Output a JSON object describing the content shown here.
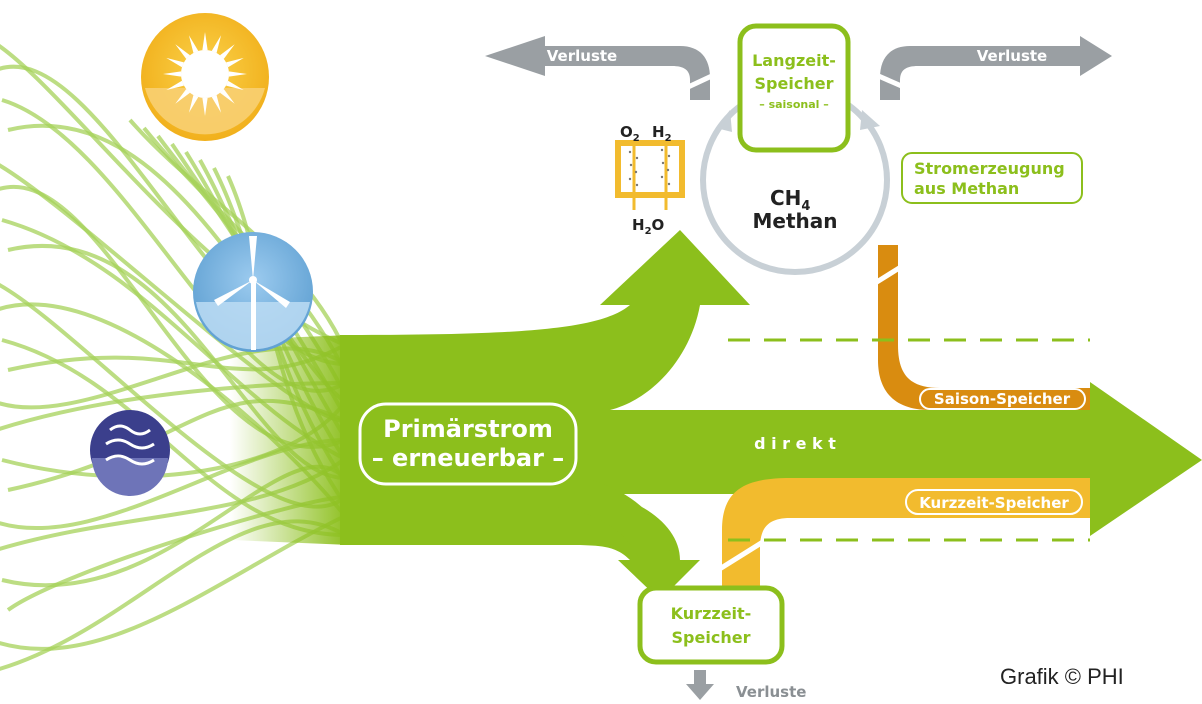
{
  "labels": {
    "primary_line1": "Primärstrom",
    "primary_line2": "– erneuerbar –",
    "direct": "d i r e k t",
    "saison": "Saison-Speicher",
    "kurzzeit_main": "Kurzzeit-Speicher",
    "kurzzeit_box_line1": "Kurzzeit-",
    "kurzzeit_box_line2": "Speicher",
    "langzeit_line1": "Langzeit-",
    "langzeit_line2": "Speicher",
    "langzeit_line3": "– saisonal –",
    "strom_line1": "Stromerzeugung",
    "strom_line2": "aus Methan",
    "methane_formula": "CH",
    "methane_sub": "4",
    "methane_name": "Methan",
    "o2": "O",
    "o2_sub": "2",
    "h2": "H",
    "h2_sub": "2",
    "h2o_h": "H",
    "h2o_sub": "2",
    "h2o_o": "O",
    "loss_left": "Verluste",
    "loss_right": "Verluste",
    "loss_bottom": "Verluste",
    "credit": "Grafik © PHI"
  },
  "icons": {
    "sun": "sun-icon",
    "wind": "wind-turbine-icon",
    "water": "water-wave-icon",
    "electrolyser": "electrolyser-icon"
  },
  "colors": {
    "green": "#8cbf1c",
    "light_green": "#a8d35a",
    "orange": "#d98c10",
    "yellow": "#f2bb2e",
    "grey_arrow": "#9a9fa3",
    "circle_grey": "#c8d0d6",
    "sun_yellow": "#f5b81e",
    "wind_blue": "#6aa9d8",
    "water_blue": "#3b3f8c"
  }
}
